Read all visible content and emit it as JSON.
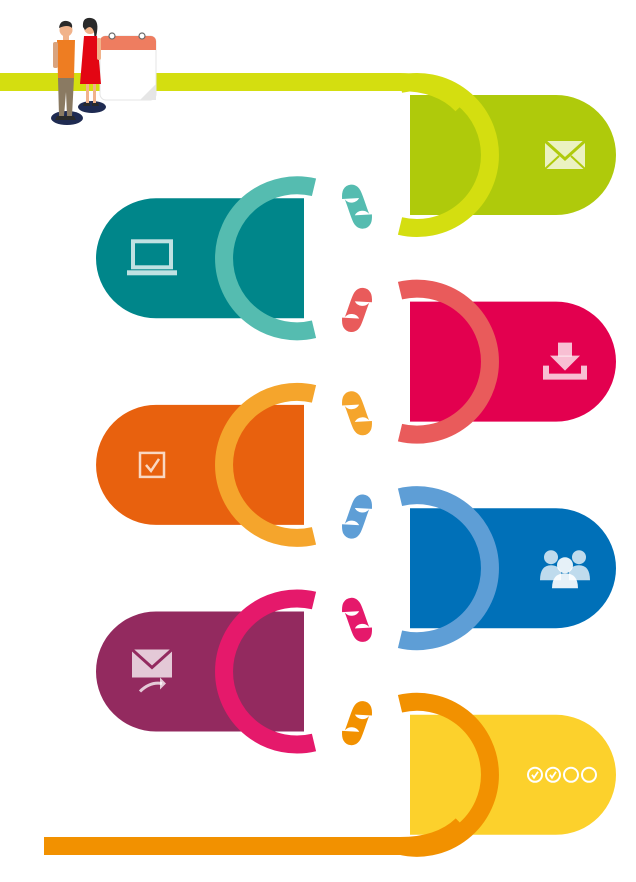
{
  "diagram": {
    "type": "process-roadmap",
    "steps": [
      {
        "id": 1,
        "side": "right",
        "icon": "envelope-icon",
        "color": "#afca0b",
        "ring": "#d4de10"
      },
      {
        "id": 2,
        "side": "left",
        "icon": "laptop-icon",
        "color": "#00868a",
        "ring": "#55bcb0"
      },
      {
        "id": 3,
        "side": "right",
        "icon": "download-tray-icon",
        "color": "#e3004f",
        "ring": "#e95b5b"
      },
      {
        "id": 4,
        "side": "left",
        "icon": "checkbox-icon",
        "color": "#e8610e",
        "ring": "#f5a52c"
      },
      {
        "id": 5,
        "side": "right",
        "icon": "users-group-icon",
        "color": "#0070b8",
        "ring": "#5e9ed6"
      },
      {
        "id": 6,
        "side": "left",
        "icon": "mail-reply-icon",
        "color": "#932a5f",
        "ring": "#e5196b"
      },
      {
        "id": 7,
        "side": "right",
        "icon": "progress-checks-icon",
        "color": "#fcd12c",
        "ring": "#f29100"
      }
    ],
    "start_line_color": "#d4de10",
    "end_line_color": "#f29100",
    "illustration": "couple-with-calendar-icon"
  }
}
